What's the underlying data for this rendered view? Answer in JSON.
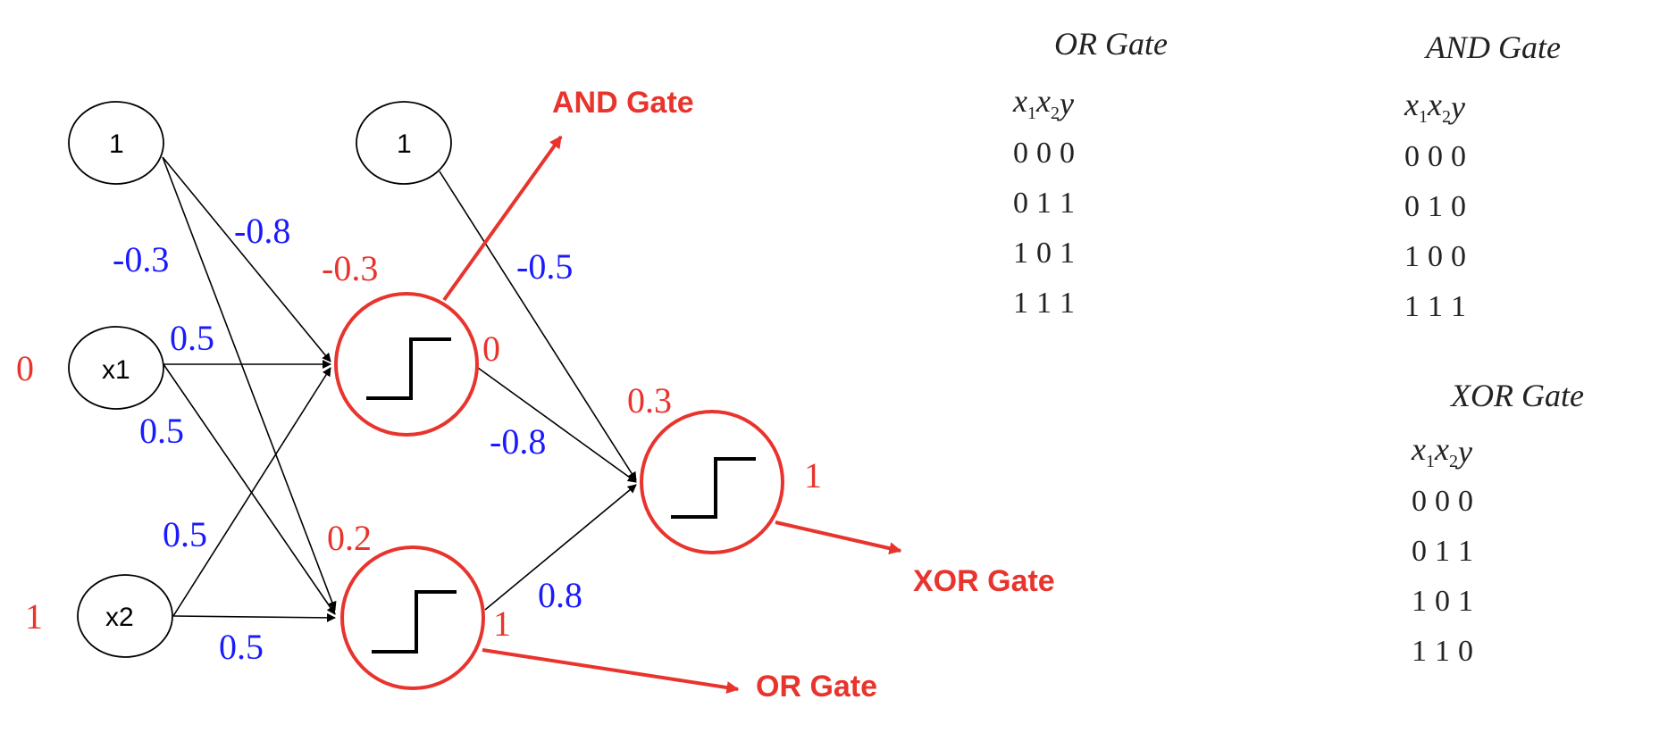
{
  "network": {
    "input_nodes": [
      {
        "id": "bias1",
        "label": "1"
      },
      {
        "id": "x1",
        "label": "x1",
        "value": "0"
      },
      {
        "id": "x2",
        "label": "x2",
        "value": "1"
      }
    ],
    "hidden_bias_node": {
      "label": "1"
    },
    "neurons": [
      {
        "id": "and",
        "threshold": "-0.3",
        "output": "0"
      },
      {
        "id": "or",
        "threshold": "0.2",
        "output": "1"
      },
      {
        "id": "xor",
        "threshold": "0.3",
        "output": "1"
      }
    ],
    "weights": {
      "bias_to_and": "-0.8",
      "bias_to_or": "-0.3",
      "x1_to_and": "0.5",
      "x1_to_or": "0.5",
      "x2_to_and": "0.5",
      "x2_to_or": "0.5",
      "bias2_to_xor": "-0.5",
      "and_to_xor": "-0.8",
      "or_to_xor": "0.8"
    },
    "gate_labels": {
      "and": "AND Gate",
      "or": "OR Gate",
      "xor": "XOR Gate"
    }
  },
  "truth_tables": [
    {
      "title": "OR  Gate",
      "headers": [
        "x1",
        "x2",
        "y"
      ],
      "rows": [
        [
          "0",
          "0",
          "0"
        ],
        [
          "0",
          "1",
          "1"
        ],
        [
          "1",
          "0",
          "1"
        ],
        [
          "1",
          "1",
          "1"
        ]
      ]
    },
    {
      "title": "AND  Gate",
      "headers": [
        "x1",
        "x2",
        "y"
      ],
      "rows": [
        [
          "0",
          "0",
          "0"
        ],
        [
          "0",
          "1",
          "0"
        ],
        [
          "1",
          "0",
          "0"
        ],
        [
          "1",
          "1",
          "1"
        ]
      ]
    },
    {
      "title": "XOR  Gate",
      "headers": [
        "x1",
        "x2",
        "y"
      ],
      "rows": [
        [
          "0",
          "0",
          "0"
        ],
        [
          "0",
          "1",
          "1"
        ],
        [
          "1",
          "0",
          "1"
        ],
        [
          "1",
          "1",
          "0"
        ]
      ]
    }
  ],
  "colors": {
    "neuron_outline": "#e8342d",
    "weight_text": "#1a1aff",
    "annotation_text": "#e8342d"
  }
}
